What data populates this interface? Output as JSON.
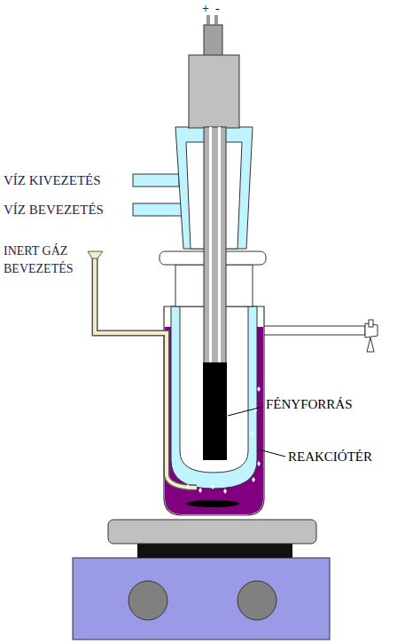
{
  "diagram": {
    "labels": [
      "+",
      "-",
      "VÍZ KIVEZETÉS",
      "VÍZ BEVEZETÉS",
      "INERT GÁZ BEVEZETÉS",
      "FÉNYFORRÁS",
      "REAKCIÓTÉR"
    ]
  }
}
